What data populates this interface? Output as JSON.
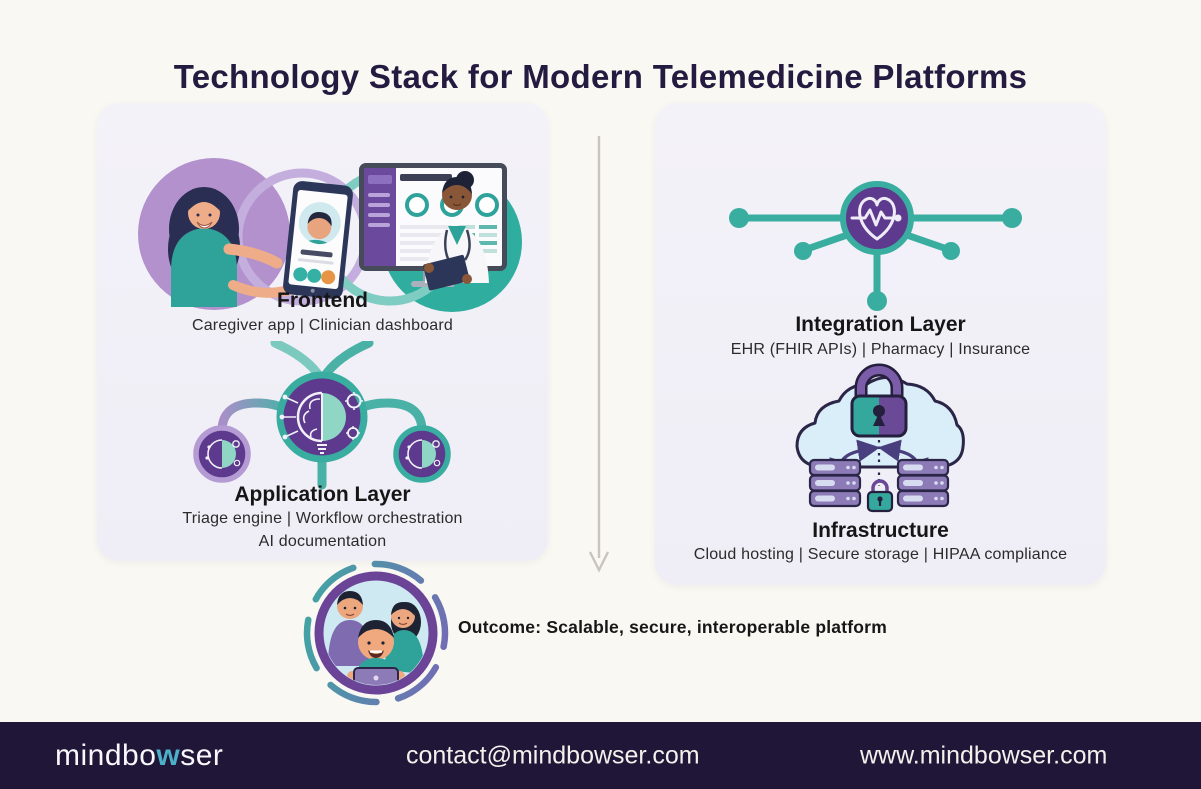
{
  "title": "Technology Stack for Modern Telemedicine Platforms",
  "sections": {
    "frontend": {
      "title": "Frontend",
      "subtitle": "Caregiver app | Clinician dashboard"
    },
    "application": {
      "title": "Application Layer",
      "subtitle_line1": "Triage engine | Workflow orchestration",
      "subtitle_line2": "AI documentation"
    },
    "integration": {
      "title": "Integration Layer",
      "subtitle": "EHR (FHIR APIs) | Pharmacy | Insurance"
    },
    "infrastructure": {
      "title": "Infrastructure",
      "subtitle": "Cloud hosting | Secure storage | HIPAA compliance"
    }
  },
  "outcome": {
    "text": "Outcome: Scalable, secure, interoperable platform"
  },
  "footer": {
    "logo_prefix": "mindbo",
    "logo_accent": "w",
    "logo_suffix": "ser",
    "email": "contact@mindbowser.com",
    "website": "www.mindbowser.com"
  },
  "colors": {
    "page_background": "#faf8f2",
    "panel_background": "#f1eff7",
    "title_text": "#241b41",
    "teal": "#35a9a0",
    "purple": "#5d3a8e",
    "light_purple": "#b49bd4",
    "footer_background": "#201637",
    "footer_text": "#f4f1ec",
    "logo_accent_teal": "#4cb0c8",
    "arrow_gray": "#c8c5c0"
  },
  "icons": {
    "frontend": "caregiver-clinician-illustration",
    "application": "ai-brain-network-icon",
    "integration": "heart-pulse-network-icon",
    "infrastructure": "cloud-lock-servers-icon",
    "outcome": "family-laptop-icon",
    "flow": "down-arrow-icon"
  }
}
